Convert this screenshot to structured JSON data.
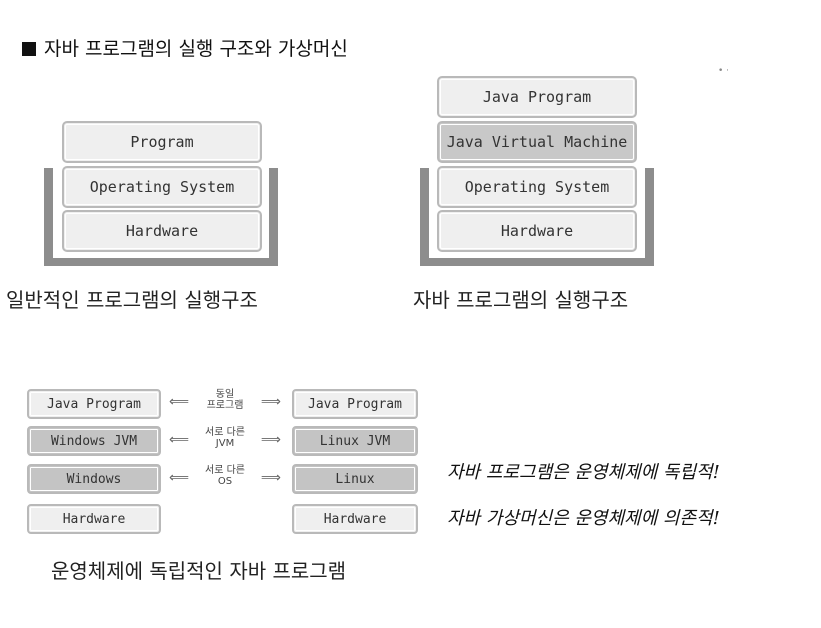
{
  "title": "자바 프로그램의 실행 구조와 가상머신",
  "general": {
    "layers": [
      "Program",
      "Operating System",
      "Hardware"
    ],
    "caption": "일반적인 프로그램의 실행구조"
  },
  "java": {
    "layers": [
      "Java Program",
      "Java Virtual Machine",
      "Operating System",
      "Hardware"
    ],
    "caption": "자바 프로그램의 실행구조"
  },
  "compare": {
    "left": [
      "Java Program",
      "Windows JVM",
      "Windows",
      "Hardware"
    ],
    "right": [
      "Java Program",
      "Linux JVM",
      "Linux",
      "Hardware"
    ],
    "connectors": [
      {
        "line1": "동일",
        "line2": "프로그램"
      },
      {
        "line1": "서로 다른",
        "line2": "JVM"
      },
      {
        "line1": "서로 다른",
        "line2": "OS"
      }
    ],
    "caption": "운영체제에 독립적인 자바 프로그램"
  },
  "notes": [
    "자바 프로그램은 운영체제에 독립적!",
    "자바 가상머신은 운영체제에 의존적!"
  ],
  "colors": {
    "base_frame": "#8d8d8d",
    "box_fill": "#efefef",
    "box_dark_fill": "#c8c8c8",
    "box_border": "#b9b9b9"
  }
}
